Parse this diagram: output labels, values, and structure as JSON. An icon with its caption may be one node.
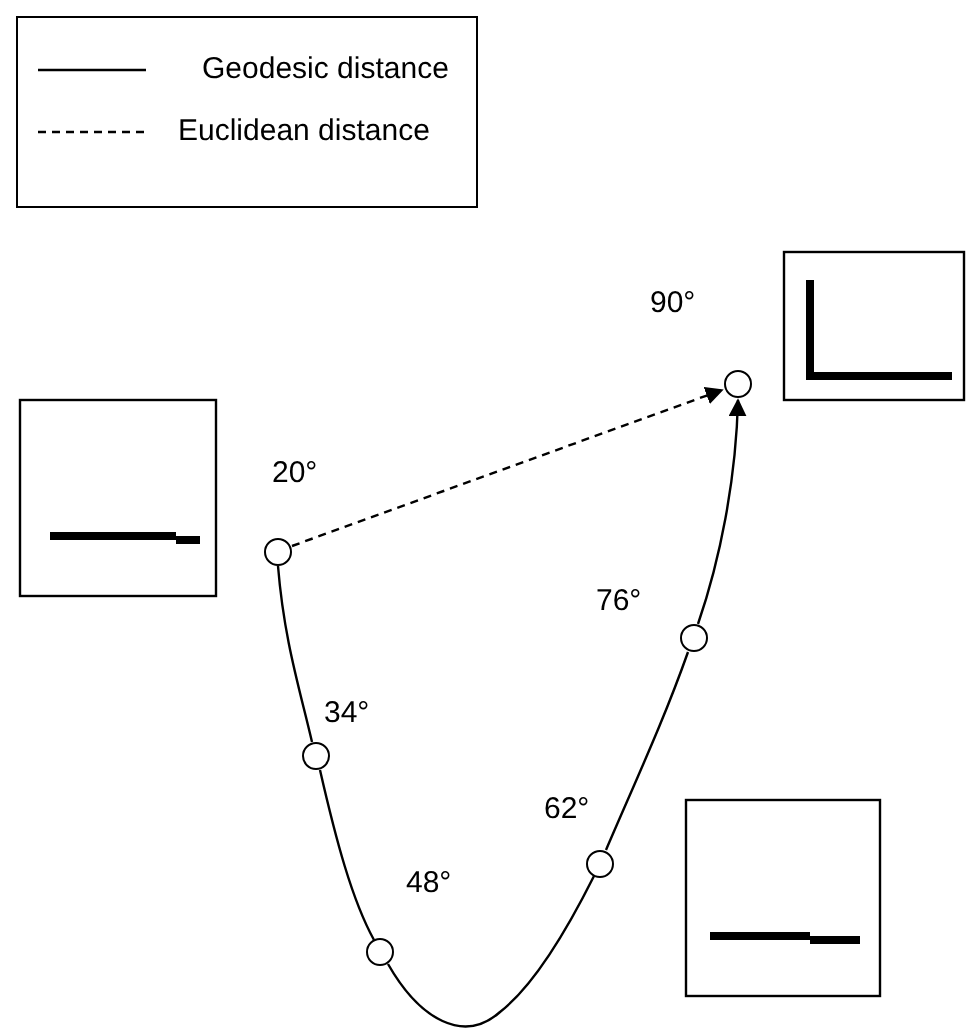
{
  "diagram": {
    "nodes": [
      {
        "text": [],
        "shape": "circle",
        "beside": [
          "20°"
        ]
      },
      {
        "text": [],
        "shape": "circle",
        "beside": [
          "34°"
        ]
      },
      {
        "text": [],
        "shape": "circle",
        "beside": [
          "48°"
        ]
      },
      {
        "text": [],
        "shape": "circle",
        "beside": [
          "62°"
        ]
      },
      {
        "text": [],
        "shape": "circle",
        "beside": [
          "76°"
        ]
      },
      {
        "text": [],
        "shape": "circle",
        "beside": [
          "90°"
        ]
      }
    ],
    "edges": [
      {
        "from": 0,
        "to": 1,
        "arrow": "none"
      },
      {
        "from": 1,
        "to": 2,
        "arrow": "none"
      },
      {
        "from": 2,
        "to": 3,
        "arrow": "none"
      },
      {
        "from": 3,
        "to": 4,
        "arrow": "none"
      },
      {
        "from": 4,
        "to": 5,
        "arrow": "to"
      },
      {
        "from": 0,
        "to": 5,
        "arrow": "to",
        "style": "dashed"
      }
    ],
    "legend": [
      {
        "text": "Geodesic distance"
      },
      {
        "text": "Euclidean distance"
      }
    ]
  }
}
